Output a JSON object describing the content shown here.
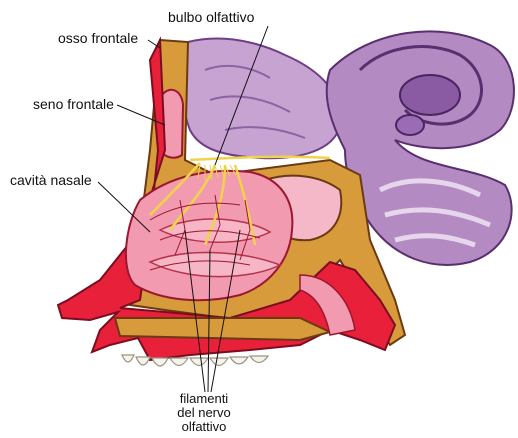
{
  "labels": {
    "bulbo_olfattivo": "bulbo olfattivo",
    "osso_frontale": "osso frontale",
    "seno_frontale": "seno frontale",
    "cavita_nasale": "cavità nasale",
    "filamenti": [
      "filamenti",
      "del nervo",
      "olfattivo"
    ]
  },
  "colors": {
    "bone": "#d79b3c",
    "bone_dark": "#6b3a12",
    "flesh": "#e8203a",
    "mucosa": "#f29ab0",
    "brain": "#b48ac2",
    "brain_dark": "#6e3f86",
    "nerve": "#f1d34a",
    "vessel": "#9b1730"
  }
}
